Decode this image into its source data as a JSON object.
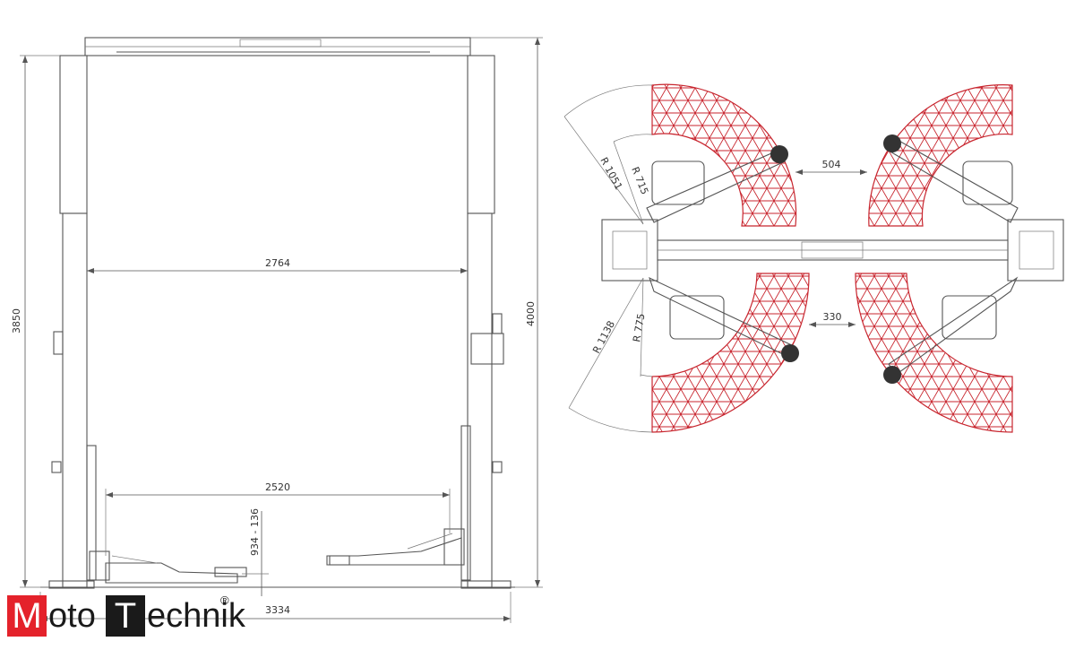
{
  "front_view": {
    "dim_total_width": "3334",
    "dim_inner_width": "2764",
    "dim_arm_span": "2520",
    "dim_pad_height": "934 - 136",
    "dim_column_height": "3850",
    "dim_overall_height": "4000"
  },
  "top_view": {
    "dim_front_gap": "504",
    "dim_rear_gap": "330",
    "dim_front_r_outer": "R 1051",
    "dim_front_r_inner": "R 715",
    "dim_rear_r_outer": "R 1138",
    "dim_rear_r_inner": "R 775"
  },
  "logo": {
    "first_letter": "M",
    "first_rest": "oto",
    "second_letter": "T",
    "second_rest": "echnik",
    "registered": "®"
  },
  "colors": {
    "zone_red": "#c8262f",
    "logo_red": "#e4222b",
    "logo_dark": "#1a1a1a",
    "line": "#555555"
  }
}
